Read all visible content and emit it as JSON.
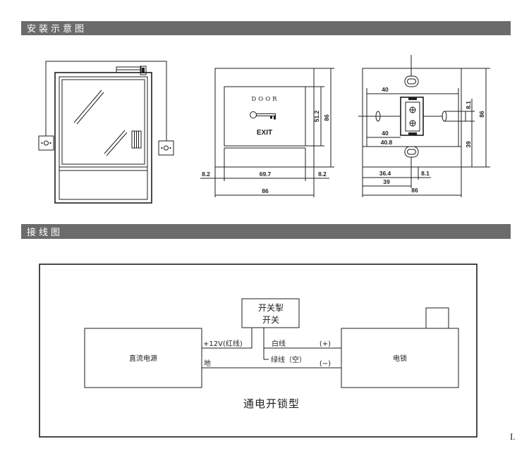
{
  "colors": {
    "header_bar": "#6b6b6b",
    "header_text": "#ffffff",
    "line": "#1e1e1e"
  },
  "icons": {
    "lock": "magnetic-lock-icon",
    "button": "exit-button-icon",
    "key": "key-icon",
    "terminal": "terminal-block-icon"
  },
  "sections": {
    "installation_title": "安装示意图",
    "wiring_title": "接线图"
  },
  "front_view": {
    "door_text": "DOOR",
    "exit_text": "EXIT",
    "dim_panel_height": "51.2",
    "dim_height": "86",
    "dim_left_margin": "8.2",
    "dim_panel_width": "69.7",
    "dim_right_margin": "8.2",
    "dim_width": "86"
  },
  "back_view": {
    "dim_top": "40",
    "dim_mid": "40",
    "dim_lower": "40.8",
    "dim_pin": "8.1",
    "dim_height": "86",
    "dim_pin_offset": "39",
    "dim_bottom_left": "36.4",
    "dim_bottom_pin": "8.1",
    "dim_bottom_center": "39",
    "dim_width": "86"
  },
  "wiring": {
    "switch_line1": "开关掣",
    "switch_line2": "开关",
    "power_supply": "直流电源",
    "electric_lock": "电锁",
    "wire_positive": "+12V(红线)",
    "wire_ground": "地",
    "wire_white": "白线",
    "wire_green": "绿线（空）",
    "terminal_positive": "(+)",
    "terminal_negative": "(−)",
    "caption": "通电开锁型"
  },
  "corner_mark": "I."
}
